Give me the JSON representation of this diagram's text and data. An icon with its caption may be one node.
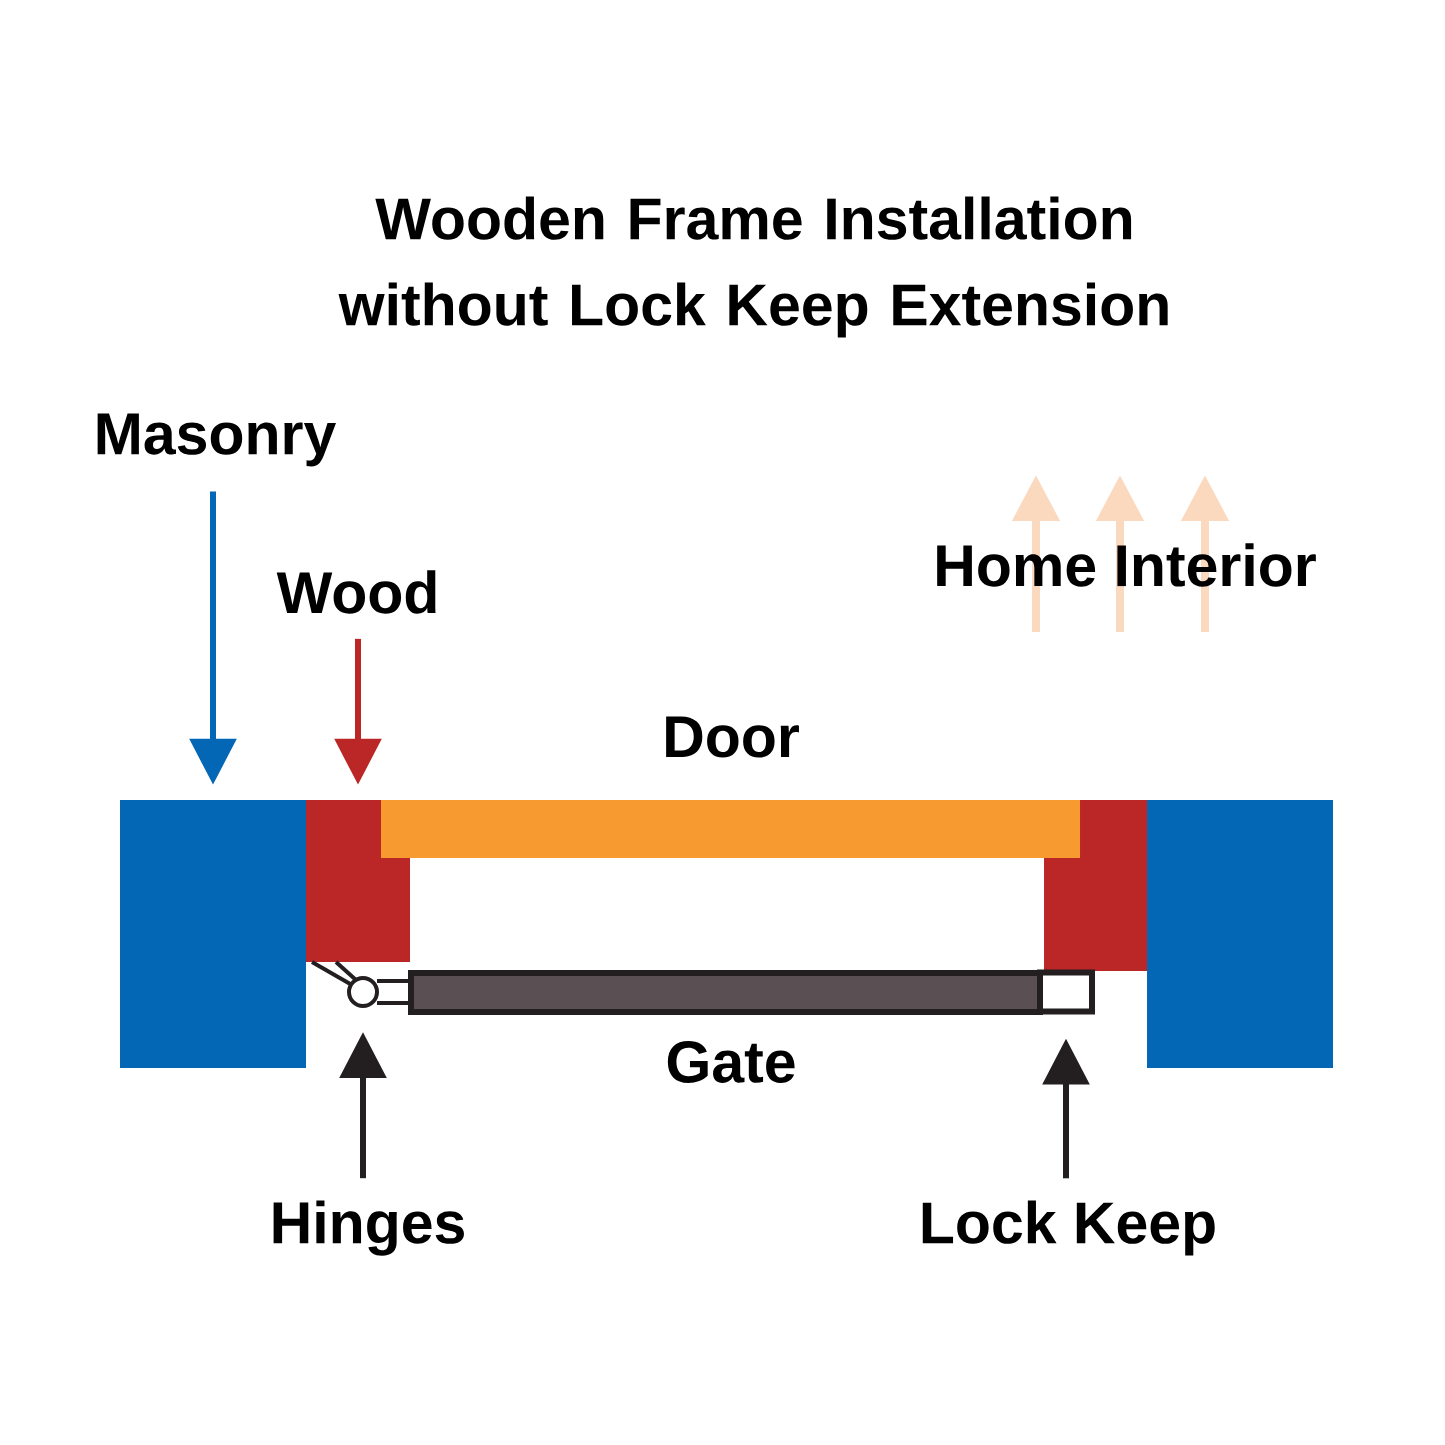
{
  "diagram": {
    "title": "Wooden Frame Installation without Lock Keep Extension",
    "nodes": [
      {
        "text": [
          "Masonry"
        ]
      },
      {
        "text": [],
        "shape": "box"
      },
      {
        "text": [
          "Wood"
        ]
      },
      {
        "text": [],
        "shape": "box"
      },
      {
        "text": [],
        "shape": "circle"
      },
      {
        "text": [
          "Hinges"
        ]
      },
      {
        "text": [],
        "shape": "box"
      },
      {
        "text": [
          "Lock Keep"
        ]
      },
      {
        "text": [],
        "shape": "box"
      },
      {
        "text": [],
        "shape": "box"
      },
      {
        "text": [
          "Door"
        ]
      },
      {
        "text": [
          "Gate"
        ]
      }
    ],
    "edges": [
      {
        "from": 0,
        "to": 1,
        "arrow": "to",
        "color": "#0467b5"
      },
      {
        "from": 2,
        "to": 3,
        "arrow": "to",
        "color": "#bb2727"
      },
      {
        "from": 5,
        "to": 4,
        "arrow": "to"
      },
      {
        "from": 7,
        "to": 6,
        "arrow": "to"
      }
    ],
    "labels": [
      "Home Interior"
    ]
  }
}
